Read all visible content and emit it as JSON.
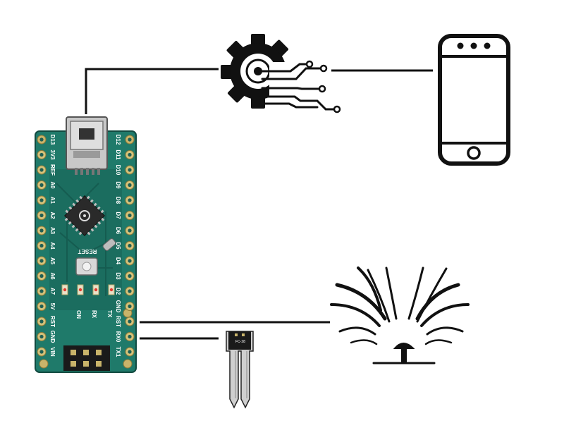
{
  "board": {
    "left_pins": [
      "D13",
      "3V3",
      "REF",
      "A0",
      "A1",
      "A2",
      "A3",
      "A4",
      "A5",
      "A6",
      "A7",
      "5V",
      "RST",
      "GND",
      "VIN"
    ],
    "right_pins": [
      "D12",
      "D11",
      "D10",
      "D9",
      "D8",
      "D7",
      "D6",
      "D5",
      "D4",
      "D3",
      "D2",
      "GND",
      "RST",
      "RX0",
      "TX1"
    ],
    "reset_label": "RESET",
    "on_label": "ON",
    "rx_label": "RX",
    "tx_label": "TX"
  },
  "sensor": {
    "label": "FC-28"
  },
  "colors": {
    "board_green": "#1f7a6a",
    "board_dark": "#155c50",
    "pin_gold": "#c9b46a",
    "line": "#111111",
    "icon": "#111111"
  },
  "icons": [
    "gear-circuit-icon",
    "smartphone-icon",
    "sprinkler-icon",
    "soil-moisture-sensor-icon",
    "arduino-nano-board"
  ]
}
